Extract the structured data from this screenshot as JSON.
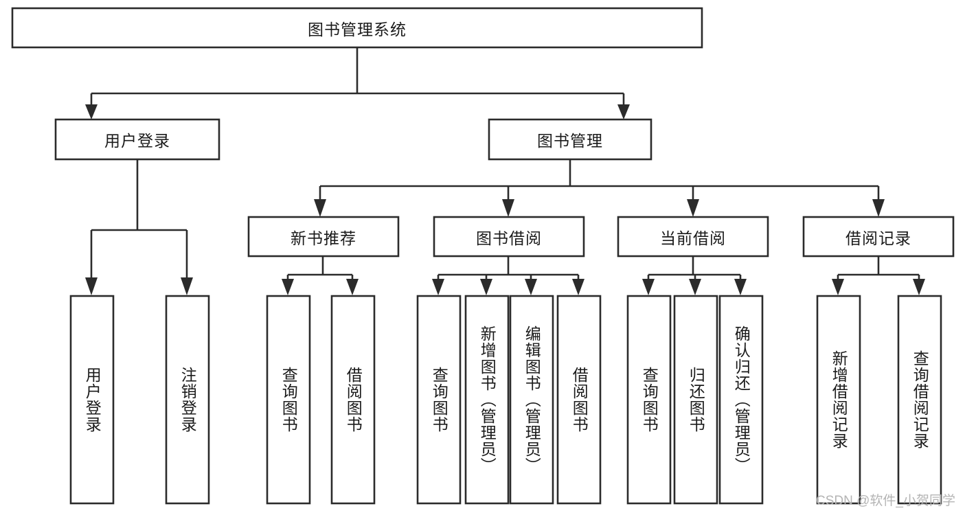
{
  "diagram": {
    "type": "tree-hierarchy-chart",
    "title": "图书管理系统",
    "orientation": "top-down",
    "stroke_color": "#2b2b2b",
    "fill_color": "#ffffff",
    "text_color": "#1a1a1a",
    "root": {
      "label": "图书管理系统",
      "level": 0,
      "text_orientation": "horizontal"
    },
    "level1": [
      {
        "label": "用户登录",
        "text_orientation": "horizontal"
      },
      {
        "label": "图书管理",
        "text_orientation": "horizontal"
      }
    ],
    "level2": [
      {
        "label": "新书推荐",
        "parent": "图书管理",
        "text_orientation": "horizontal"
      },
      {
        "label": "图书借阅",
        "parent": "图书管理",
        "text_orientation": "horizontal"
      },
      {
        "label": "当前借阅",
        "parent": "图书管理",
        "text_orientation": "horizontal"
      },
      {
        "label": "借阅记录",
        "parent": "图书管理",
        "text_orientation": "horizontal"
      }
    ],
    "leaves": [
      {
        "label": "用户登录",
        "parent": "用户登录",
        "text_orientation": "vertical"
      },
      {
        "label": "注销登录",
        "parent": "用户登录",
        "text_orientation": "vertical"
      },
      {
        "label": "查询图书",
        "parent": "新书推荐",
        "text_orientation": "vertical"
      },
      {
        "label": "借阅图书",
        "parent": "新书推荐",
        "text_orientation": "vertical"
      },
      {
        "label": "查询图书",
        "parent": "图书借阅",
        "text_orientation": "vertical"
      },
      {
        "label": "新增图书（管理员）",
        "parent": "图书借阅",
        "text_orientation": "vertical"
      },
      {
        "label": "编辑图书（管理员）",
        "parent": "图书借阅",
        "text_orientation": "vertical"
      },
      {
        "label": "借阅图书",
        "parent": "图书借阅",
        "text_orientation": "vertical"
      },
      {
        "label": "查询图书",
        "parent": "当前借阅",
        "text_orientation": "vertical"
      },
      {
        "label": "归还图书",
        "parent": "当前借阅",
        "text_orientation": "vertical"
      },
      {
        "label": "确认归还（管理员）",
        "parent": "当前借阅",
        "text_orientation": "vertical"
      },
      {
        "label": "新增借阅记录",
        "parent": "借阅记录",
        "text_orientation": "vertical"
      },
      {
        "label": "查询借阅记录",
        "parent": "借阅记录",
        "text_orientation": "vertical"
      }
    ]
  },
  "watermark": {
    "text": "CSDN @软件_小贺同学"
  }
}
